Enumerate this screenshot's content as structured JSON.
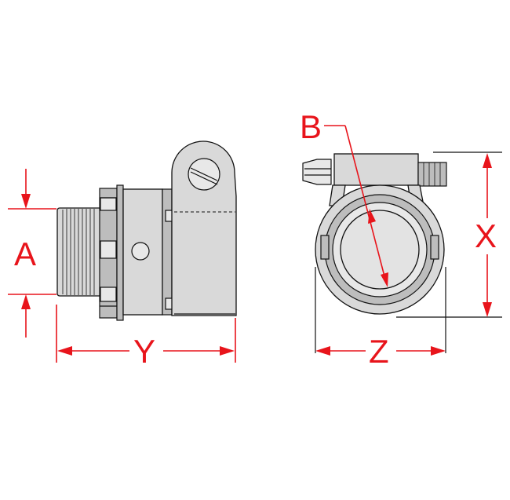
{
  "dimensions": {
    "a": "A",
    "y": "Y",
    "b": "B",
    "x": "X",
    "z": "Z"
  },
  "colors": {
    "dimension": "#e8141b",
    "part_fill": "#d9d9d9",
    "outline": "#111111"
  }
}
